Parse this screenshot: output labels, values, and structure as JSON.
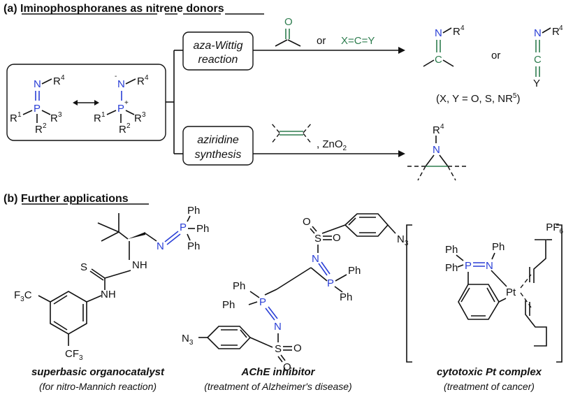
{
  "panel_a": {
    "header": "(a) Iminophosphoranes as nitrene donors",
    "aza_wittig_label_1": "aza-Wittig",
    "aza_wittig_label_2": "reaction",
    "aziridine_label_1": "aziridine",
    "aziridine_label_2": "synthesis",
    "or_1": "or",
    "or_2": "or",
    "reagent_xcy": "X=C=Y",
    "reagent_zno2": ", ZnO",
    "reagent_zno2_sub": "2",
    "product_note": "(X, Y = O, S, NR",
    "product_note_sup": "5",
    "product_note_end": ")"
  },
  "panel_b": {
    "header": "(b) Further applications",
    "cap1_bold": "superbasic organocatalyst",
    "cap1_it": "(for nitro-Mannich reaction)",
    "cap2_bold": "AChE inhibitor",
    "cap2_it": "(treatment of Alzheimer's disease)",
    "cap3_bold": "cytotoxic Pt complex",
    "cap3_it": "(treatment of cancer)",
    "pf6": "PF",
    "pf6_sub": "6"
  },
  "atoms": {
    "N": "N",
    "P": "P",
    "R": "R",
    "O": "O",
    "C": "C",
    "S": "S",
    "Ph": "Ph",
    "NH": "NH",
    "N3": "N",
    "F3C": "F",
    "CF3": "CF",
    "Pt": "Pt",
    "minus": "-",
    "plus": "+"
  },
  "colors": {
    "phosphorus": "#2a3fd6",
    "reagent": "#2e7d4f"
  }
}
